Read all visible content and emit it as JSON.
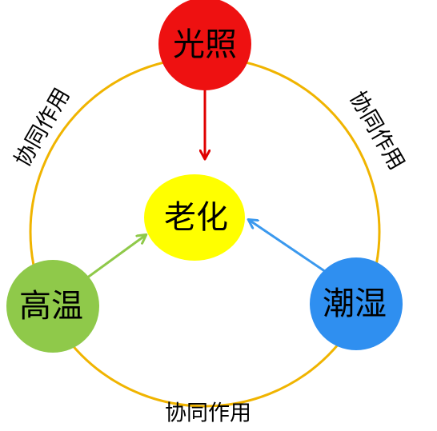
{
  "nodes": {
    "light": {
      "label": "光照",
      "color": "#ee1111"
    },
    "heat": {
      "label": "高温",
      "color": "#8fc94a"
    },
    "humidity": {
      "label": "潮湿",
      "color": "#2f8ff0"
    },
    "aging": {
      "label": "老化",
      "color": "#ffff00"
    }
  },
  "edges": {
    "left": "协同作用",
    "right": "协同作用",
    "bottom": "协同作用"
  },
  "colors": {
    "ring": "#f0b400",
    "arrow_light": "#e00000",
    "arrow_heat": "#8fc94a",
    "arrow_humidity": "#3b99ee"
  }
}
